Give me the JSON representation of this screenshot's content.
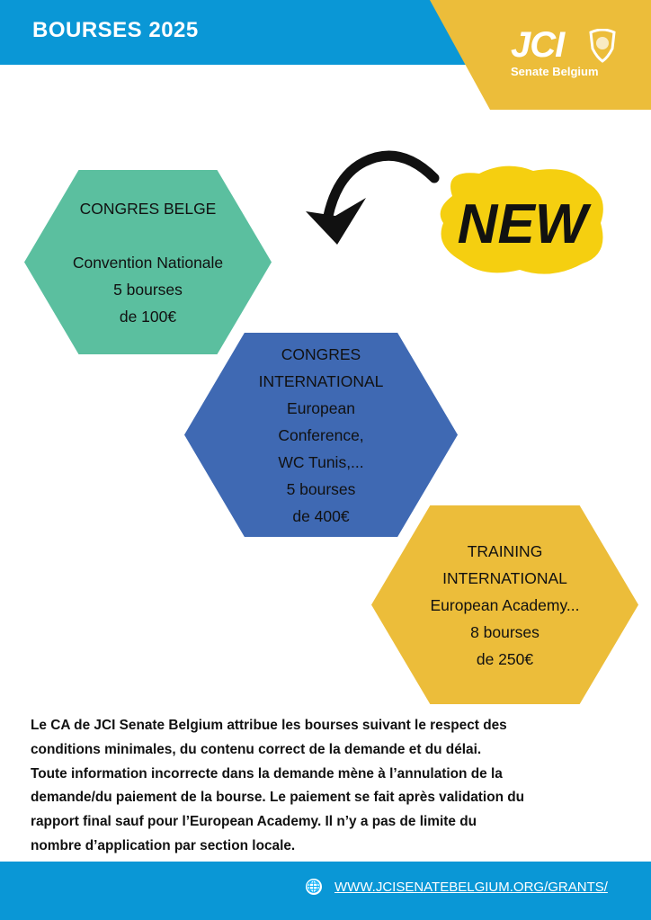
{
  "header": {
    "title": "BOURSES 2025",
    "logo_text": "JCI",
    "logo_sub": "Senate Belgium"
  },
  "badge": {
    "text": "NEW"
  },
  "hexagons": [
    {
      "heading": "CONGRES BELGE",
      "lines": [
        "Convention Nationale",
        "5 bourses",
        "de 100€"
      ],
      "color": "#5bbf9f"
    },
    {
      "heading": [
        "CONGRES",
        "INTERNATIONAL"
      ],
      "lines": [
        "European",
        "Conference,",
        "WC Tunis,...",
        "5 bourses",
        "de 400€"
      ],
      "color": "#3f69b3"
    },
    {
      "heading": [
        "TRAINING",
        "INTERNATIONAL"
      ],
      "lines": [
        "European Academy...",
        "8 bourses",
        "de 250€"
      ],
      "color": "#ecbd3a"
    }
  ],
  "paragraph": [
    "Le CA de JCI Senate Belgium attribue les bourses suivant le respect des",
    "conditions minimales, du contenu correct de la demande et du délai.",
    "Toute information incorrecte dans la demande mène à l’annulation de la",
    "demande/du paiement de la bourse.  Le paiement se fait après validation du",
    "rapport final sauf pour l’European Academy. Il n’y a pas de limite du",
    "nombre d’application par section locale."
  ],
  "footer": {
    "link": "WWW.JCISENATEBELGIUM.ORG/GRANTS/"
  }
}
